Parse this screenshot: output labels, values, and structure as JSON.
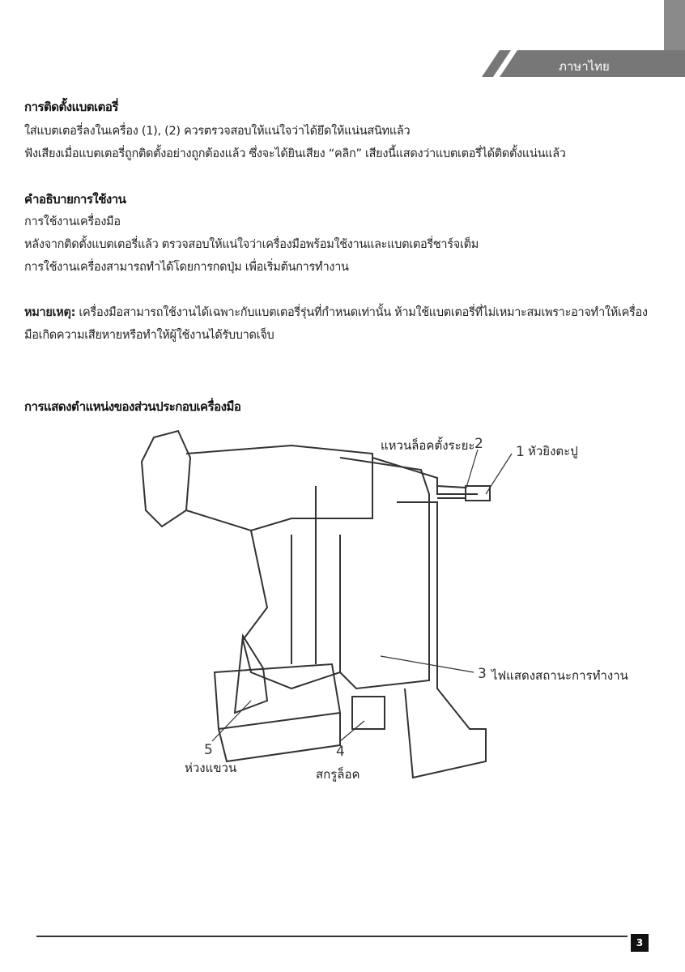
{
  "header": {
    "language": "ภาษาไทย"
  },
  "battery_install": {
    "title": "การติดตั้งแบตเตอรี่",
    "lines": [
      "ใส่แบตเตอรี่ลงในเครื่อง (1), (2) ควรตรวจสอบให้แน่ใจว่าได้ยึดให้แน่นสนิทแล้ว",
      "ฟังเสียงเมื่อแบตเตอรี่ถูกติดตั้งอย่างถูกต้องแล้ว ซึ่งจะได้ยินเสียง “คลิก” เสียงนี้แสดงว่าแบตเตอรี่ได้ติดตั้งแน่นแล้ว"
    ]
  },
  "usage": {
    "title": "คำอธิบายการใช้งาน",
    "lines": [
      "การใช้งานเครื่องมือ",
      "หลังจากติดตั้งแบตเตอรี่แล้ว ตรวจสอบให้แน่ใจว่าเครื่องมือพร้อมใช้งานและแบตเตอรี่ชาร์จเต็ม",
      "การใช้งานเครื่องสามารถทำได้โดยการกดปุ่ม เพื่อเริ่มต้นการทำงาน"
    ]
  },
  "note": {
    "label": "หมายเหตุ:",
    "line1": " เครื่องมือสามารถใช้งานได้เฉพาะกับแบตเตอรี่รุ่นที่กำหนดเท่านั้น ห้ามใช้แบตเตอรี่ที่ไม่เหมาะสมเพราะอาจทำให้เครื่อง",
    "line2": "มือเกิดความเสียหายหรือทำให้ผู้ใช้งานได้รับบาดเจ็บ"
  },
  "parts": {
    "title": "การแสดงตำแหน่งของส่วนประกอบเครื่องมือ",
    "items": [
      {
        "number": "1",
        "label": "หัวยิงตะปู"
      },
      {
        "number": "2",
        "label": "แหวนล็อคตั้งระยะ"
      },
      {
        "number": "3",
        "label": "ไฟแสดงสถานะการทำงาน"
      },
      {
        "number": "4",
        "label": "สกรูล็อค"
      },
      {
        "number": "5",
        "label": "ห่วงแขวน"
      }
    ]
  },
  "footer": {
    "page": "3"
  }
}
